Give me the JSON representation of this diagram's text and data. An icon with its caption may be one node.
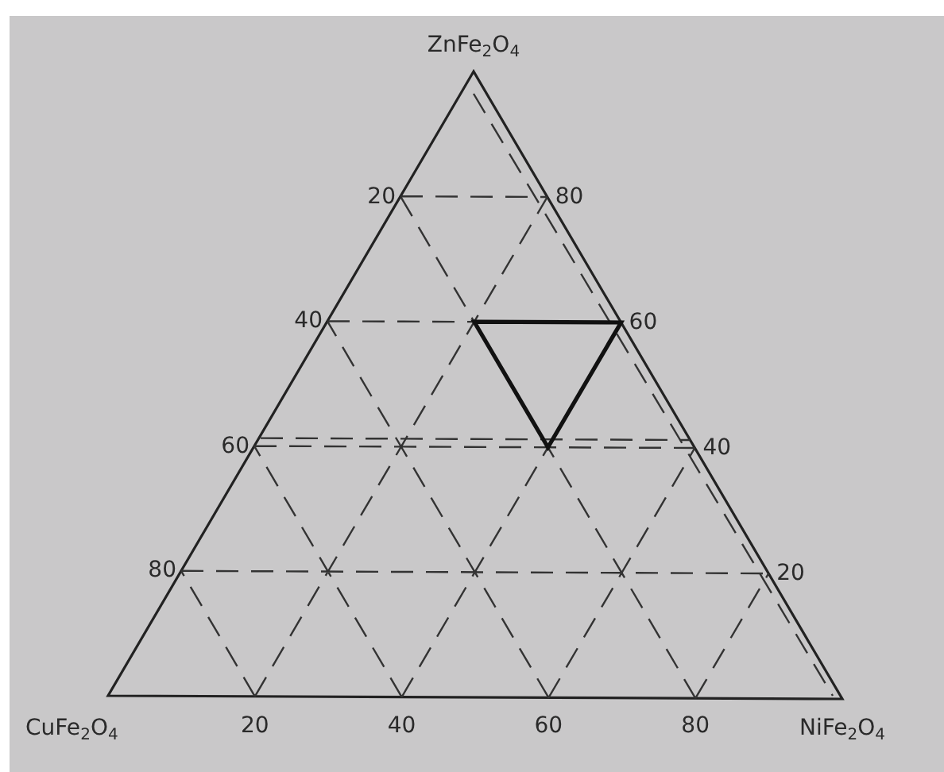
{
  "diagram": {
    "labels": [
      "ZnFe$_{2}$O$_{4}$",
      "20",
      "80",
      "40",
      "60",
      "60",
      "40",
      "80",
      "20",
      "CuFe$_{2}$O$_{4}$",
      "20",
      "40",
      "60",
      "80",
      "NiFe$_{2}$O$_{4}$"
    ]
  }
}
